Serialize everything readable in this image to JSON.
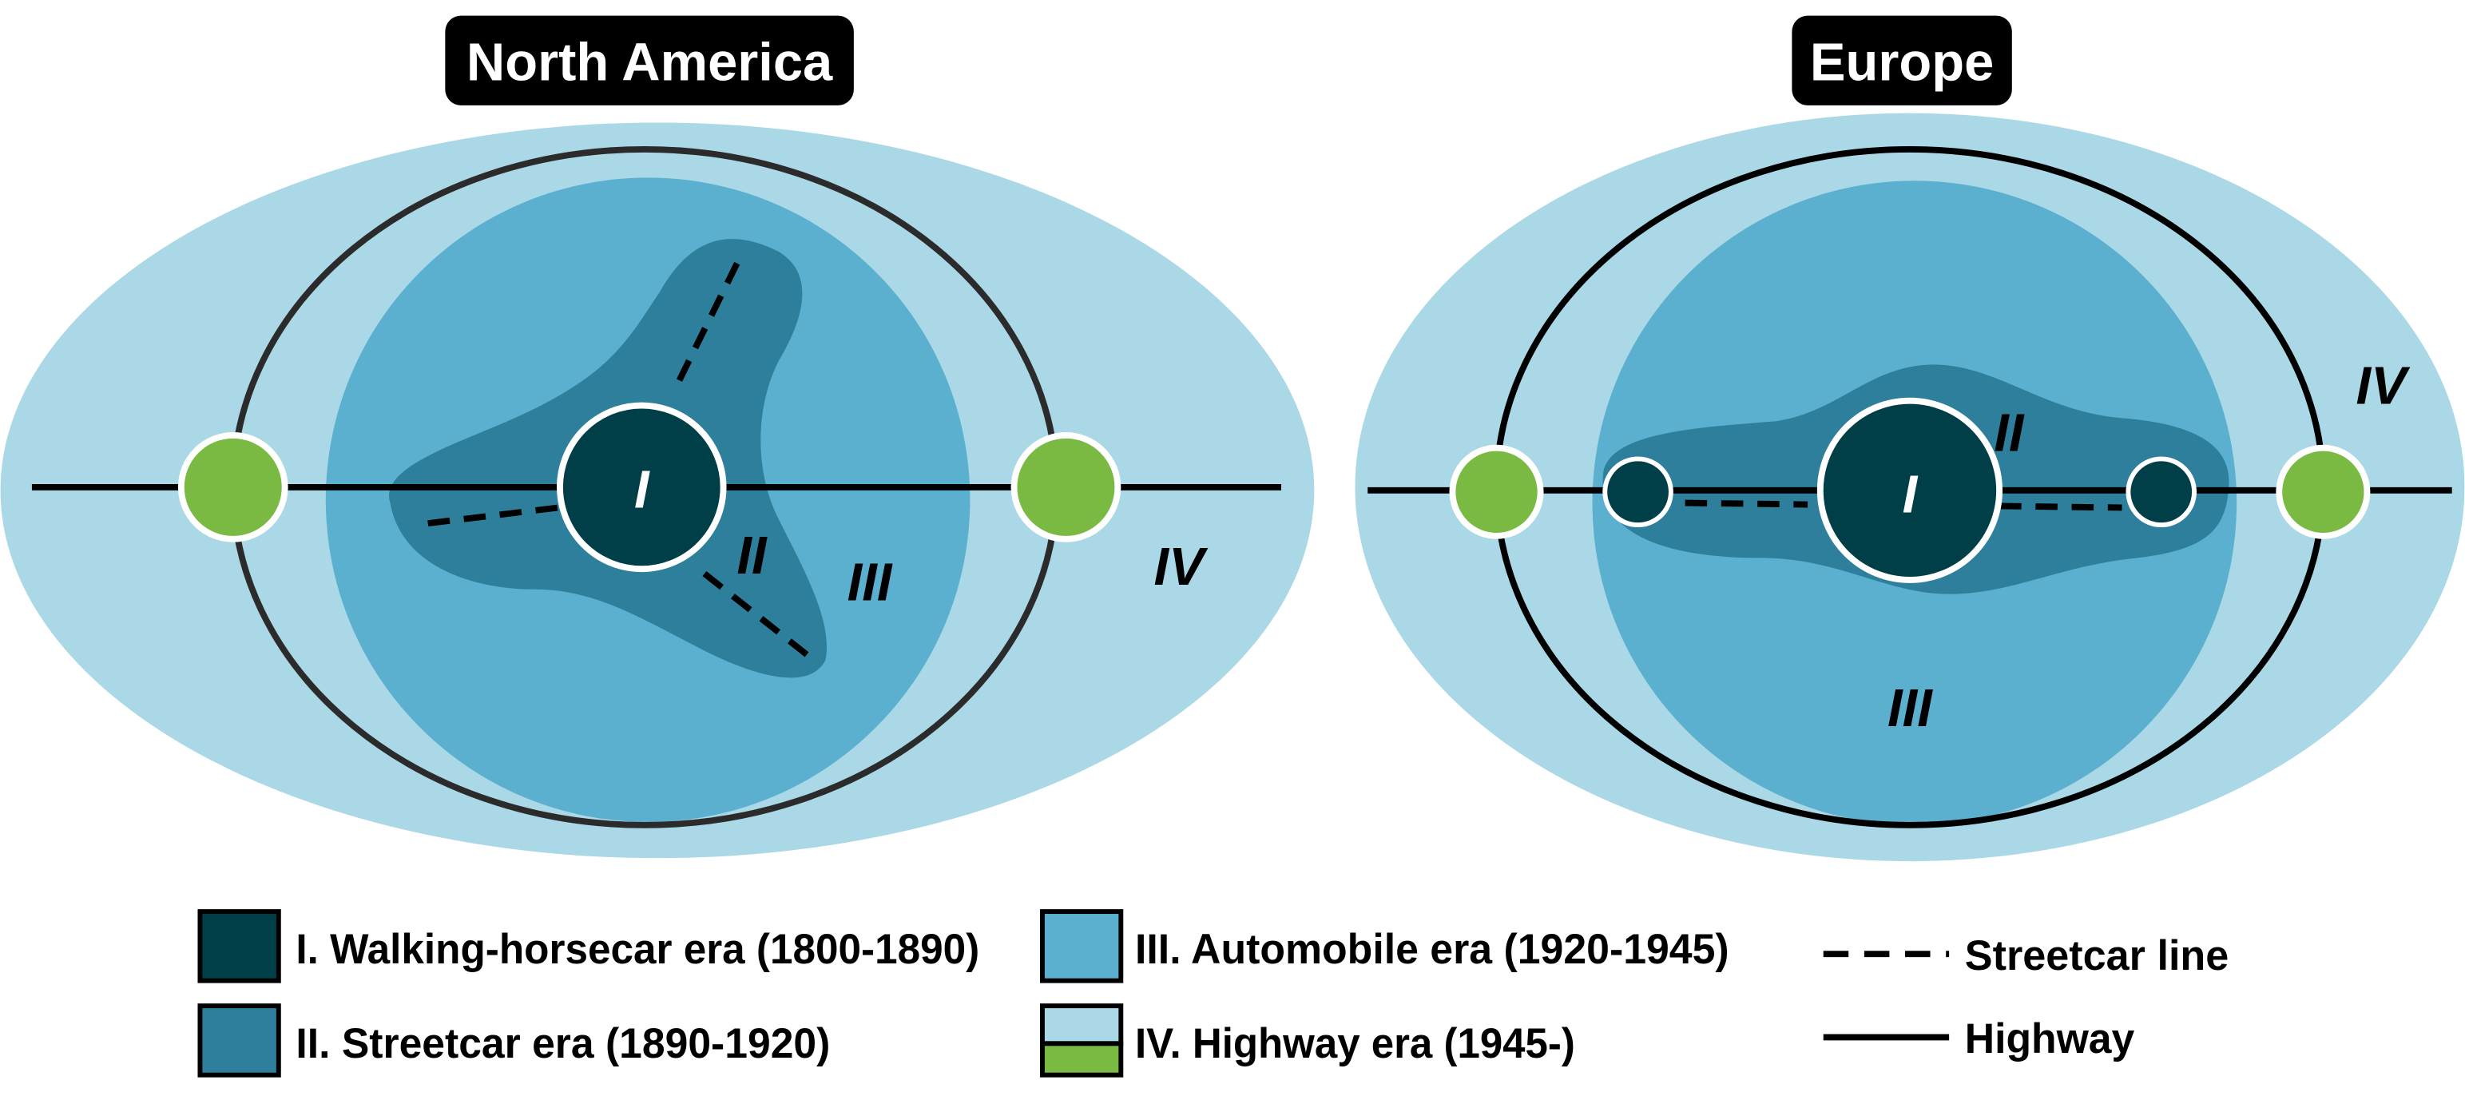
{
  "colors": {
    "era1": "#003f47",
    "era2": "#2e7f9c",
    "era3": "#5bb0cf",
    "era4": "#aad8e6",
    "era4_node": "#7aba42",
    "line": "#000000"
  },
  "panels": {
    "north_america": {
      "title": "North America",
      "labels": {
        "i": "I",
        "ii": "II",
        "iii": "III",
        "iv": "IV"
      }
    },
    "europe": {
      "title": "Europe",
      "labels": {
        "i": "I",
        "ii": "II",
        "iii": "III",
        "iv": "IV"
      }
    }
  },
  "legend": {
    "items": [
      {
        "label": "I. Walking-horsecar era (1800-1890)"
      },
      {
        "label": "II. Streetcar era (1890-1920)"
      },
      {
        "label": "III. Automobile era (1920-1945)"
      },
      {
        "label": "IV. Highway era (1945-)"
      }
    ],
    "lines": [
      {
        "label": "Streetcar line"
      },
      {
        "label": "Highway"
      }
    ]
  }
}
